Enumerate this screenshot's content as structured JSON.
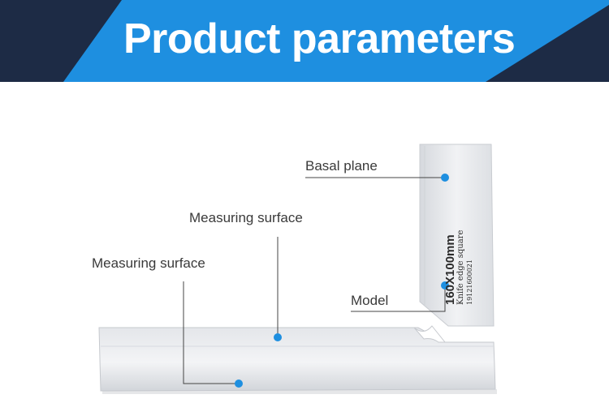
{
  "banner": {
    "title": "Product parameters",
    "colors": {
      "dark": "#1d2b45",
      "accent": "#1e8fe0"
    }
  },
  "callouts": {
    "basal_plane": "Basal plane",
    "measuring_surface_upper": "Measuring surface",
    "measuring_surface_lower": "Measuring surface",
    "model": "Model"
  },
  "product": {
    "engraving": {
      "model": "160X100mm",
      "name": "Knife edge square",
      "serial": "19121600021"
    }
  },
  "colors": {
    "dot": "#1e8fe0",
    "leader_line": "#444444",
    "metal": "#e9ebee"
  }
}
